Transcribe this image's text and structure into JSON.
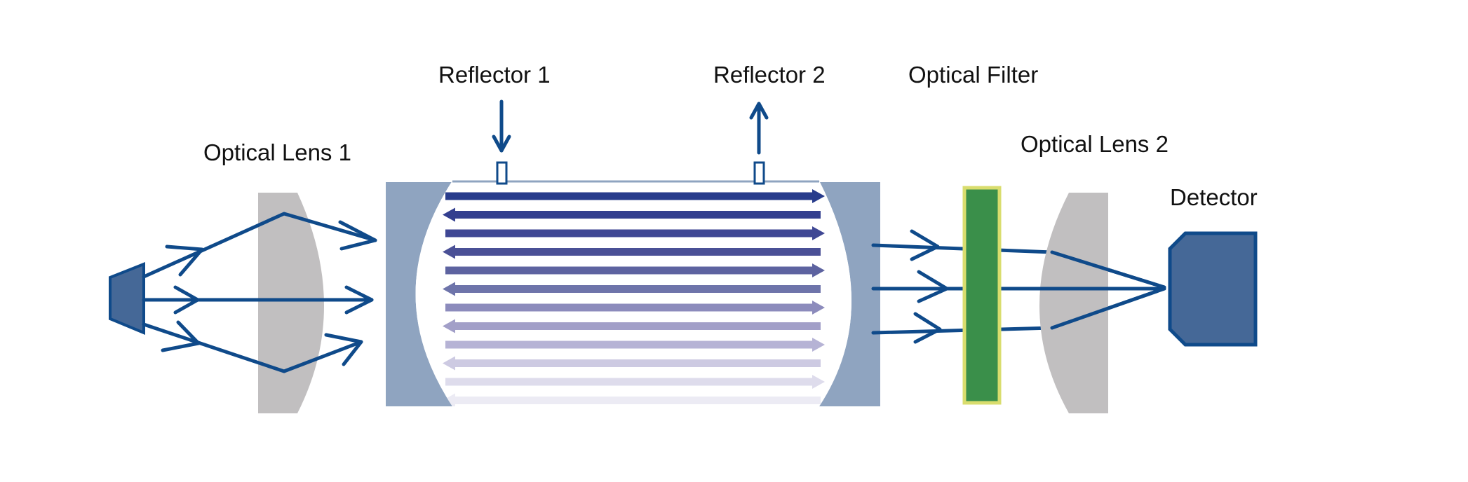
{
  "labels": {
    "lens1": "Optical Lens 1",
    "reflector1": "Reflector 1",
    "reflector2": "Reflector 2",
    "filter": "Optical Filter",
    "lens2": "Optical Lens 2",
    "detector": "Detector"
  },
  "colors": {
    "beam": "#0f4a8a",
    "lens": "#c1bfc0",
    "cell_body": "#8fa4c0",
    "filter_fill": "#3a8f4a",
    "filter_border": "#d9dd6e",
    "detector_fill": "#456897",
    "source_fill": "#456897",
    "reflected_bands": [
      "#283c8c",
      "#333f8f",
      "#3f4794",
      "#4a5096",
      "#5d63a0",
      "#6e74aa",
      "#8c8bbc",
      "#a29fc8",
      "#b6b3d5",
      "#cdcae2",
      "#dedcec",
      "#ecebf4"
    ]
  }
}
